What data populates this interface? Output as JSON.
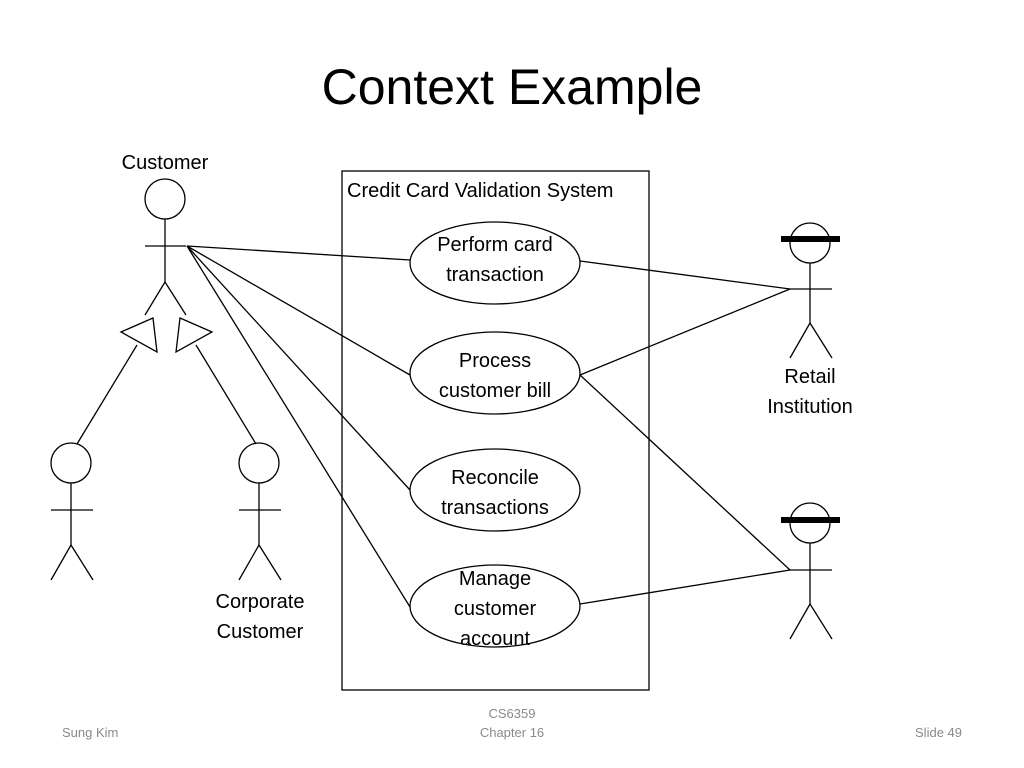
{
  "slide": {
    "title": "Context Example",
    "system_boundary_label": "Credit Card Validation System",
    "actors": {
      "customer": "Customer",
      "individual_customer": "",
      "corporate_customer": [
        "Corporate",
        "Customer"
      ],
      "retail_institution": [
        "Retail",
        "Institution"
      ],
      "sponsoring_institution": ""
    },
    "use_cases": [
      [
        "Perform card",
        "transaction"
      ],
      [
        "Process",
        "customer bill"
      ],
      [
        "Reconcile",
        "transactions"
      ],
      [
        "Manage",
        "customer",
        "account"
      ]
    ]
  },
  "footer": {
    "author": "Sung Kim",
    "course": "CS6359",
    "chapter": "Chapter 16",
    "slide_number": "Slide 49"
  }
}
